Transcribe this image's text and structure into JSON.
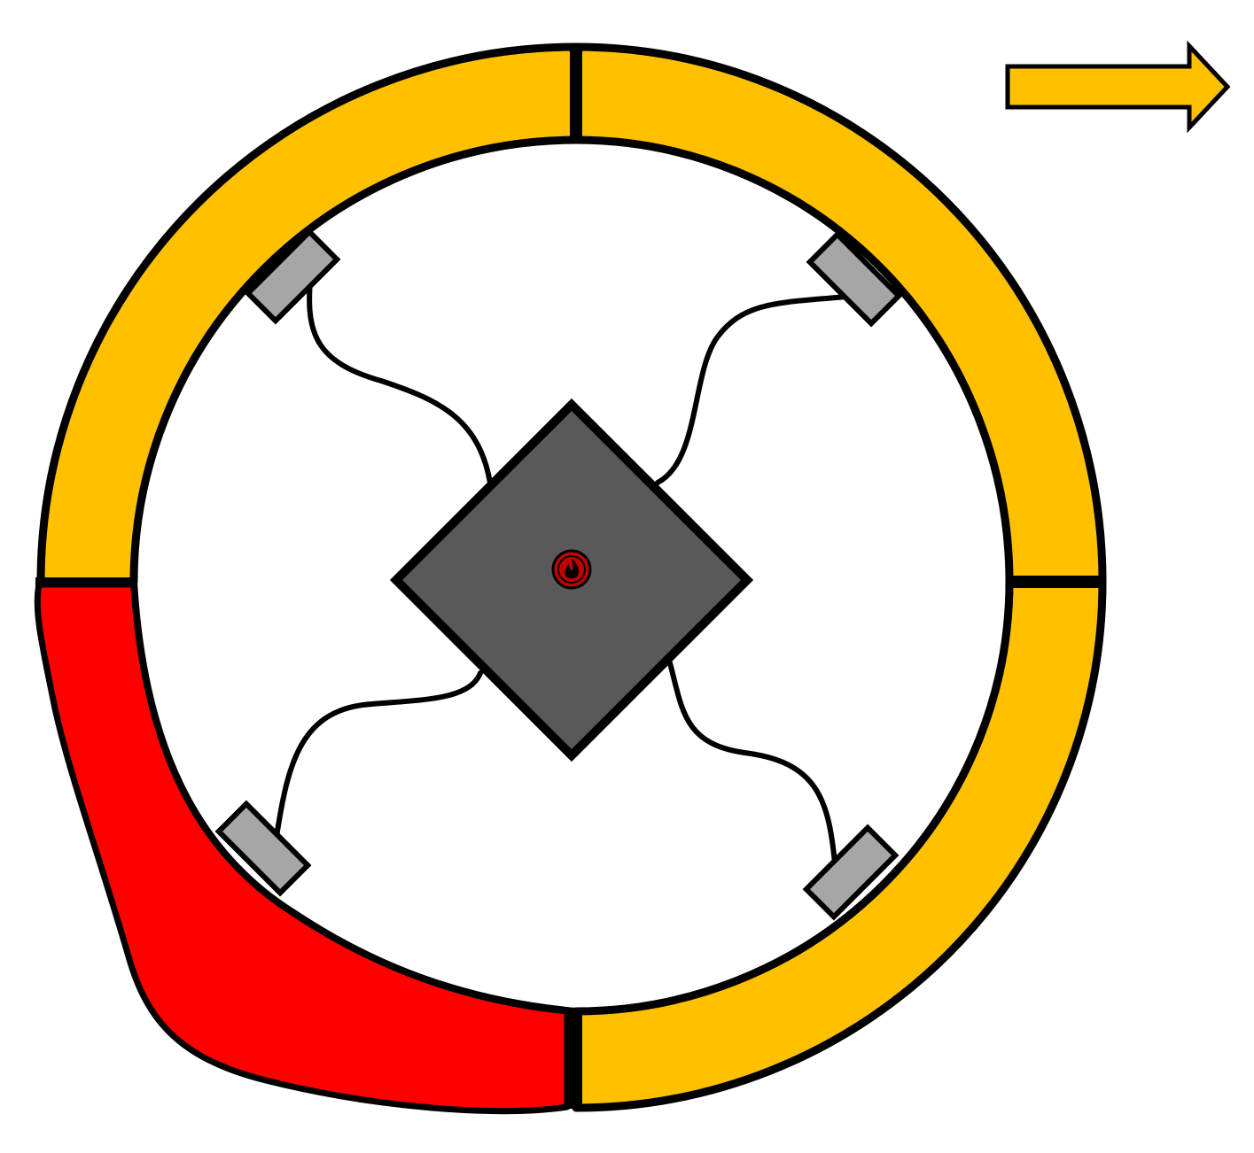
{
  "diagram": {
    "colors": {
      "outline": "#000000",
      "ring_normal": "#FFC000",
      "ring_hot": "#FF0000",
      "hub": "#595959",
      "pad": "#A6A6A6",
      "hub_icon_ring": "#8B1A1A",
      "hub_icon_fill": "#C00000",
      "background": "#FFFFFF",
      "arrow": "#FFC000"
    },
    "ring_segments": [
      {
        "name": "top-left",
        "state": "normal"
      },
      {
        "name": "top-right",
        "state": "normal"
      },
      {
        "name": "bottom-right",
        "state": "normal"
      },
      {
        "name": "bottom-left",
        "state": "deformed-hot"
      }
    ],
    "pads": [
      "upper-left",
      "upper-right",
      "lower-right",
      "lower-left"
    ],
    "hub_icon": "flame-icon",
    "direction_arrow": "arrow-right-icon"
  }
}
